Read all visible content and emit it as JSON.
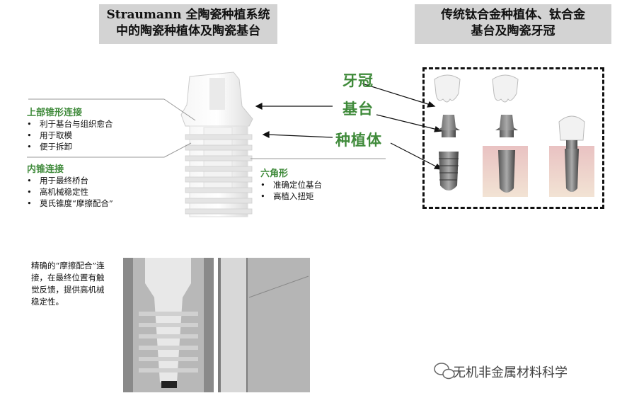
{
  "titles": {
    "left_line1": "Straumann 全陶瓷种植系统",
    "left_line2": "中的陶瓷种植体及陶瓷基台",
    "right_line1": "传统钛合金种植体、钛合金",
    "right_line2": "基台及陶瓷牙冠"
  },
  "upper_cone": {
    "heading": "上部锥形连接",
    "items": [
      "利于基台与组织愈合",
      "用于取模",
      "便于拆卸"
    ]
  },
  "inner_cone": {
    "heading": "内锥连接",
    "items": [
      "用于最终桥台",
      "高机械稳定性",
      "莫氏锥度“摩擦配合”"
    ]
  },
  "hexagon": {
    "heading": "六角形",
    "items": [
      "准确定位基台",
      "高植入扭矩"
    ]
  },
  "component_labels": {
    "crown": "牙冠",
    "abutment": "基台",
    "implant": "种植体"
  },
  "caption": "精确的“摩擦配合”连接，在最终位置有触觉反馈，提供高机械稳定性。",
  "watermark": "无机非金属材料科学",
  "colors": {
    "green": "#3f8a3a",
    "title_bg": "#d3d3d3"
  }
}
